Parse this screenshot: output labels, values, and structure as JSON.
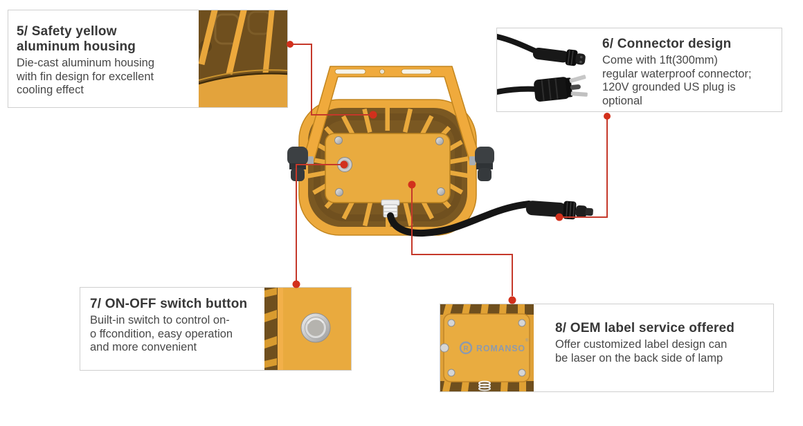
{
  "figure": {
    "description": "Product feature callout diagram of a safety-yellow LED work light shown from the back"
  },
  "brand": {
    "name": "ROMANSO",
    "logo_letter": "R",
    "trademark_symbol": "®"
  },
  "colors": {
    "accent_red_line": "#c5382a",
    "marker_red_dot": "#d2301c",
    "housing_yellow": "#eca93c",
    "fin_recess_brown": "#7a5822",
    "brand_blue": "#8d9aad",
    "box_border_grey": "#cfcfcf",
    "title_text": "#373737",
    "body_text": "#474747"
  },
  "callouts": [
    {
      "number": "5",
      "title": "5/ Safety yellow\naluminum housing",
      "body": "Die-cast aluminum housing\nwith fin design for excellent\ncooling effect",
      "image": "housing-fins-closeup"
    },
    {
      "number": "6",
      "title": "6/ Connector design",
      "body": "Come with 1ft(300mm)\nregular waterproof connector;\n120V grounded US plug is\noptional",
      "image": "waterproof-connector-and-us-plug"
    },
    {
      "number": "7",
      "title": "7/ ON-OFF switch button",
      "body": "Built-in switch to control on-\no ffcondition, easy operation\nand more convenient",
      "image": "switch-button-closeup"
    },
    {
      "number": "8",
      "title": "8/ OEM label service offered",
      "body": "Offer customized label design can\nbe laser on the back side of lamp",
      "image": "oem-label-plate-closeup"
    }
  ]
}
